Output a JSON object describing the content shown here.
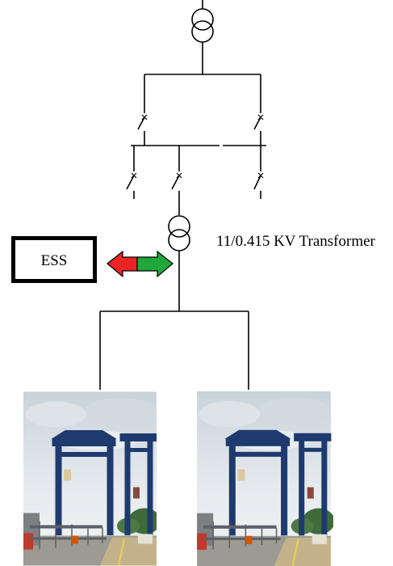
{
  "diagram": {
    "transformer_label": "11/0.415 KV Transformer",
    "ess_label": "ESS",
    "arrow_colors": {
      "left": "#e82424",
      "right": "#1fa83a"
    },
    "crane_photos": [
      {
        "subject": "ship-to-shore container crane photo"
      },
      {
        "subject": "ship-to-shore container crane photo"
      }
    ]
  }
}
